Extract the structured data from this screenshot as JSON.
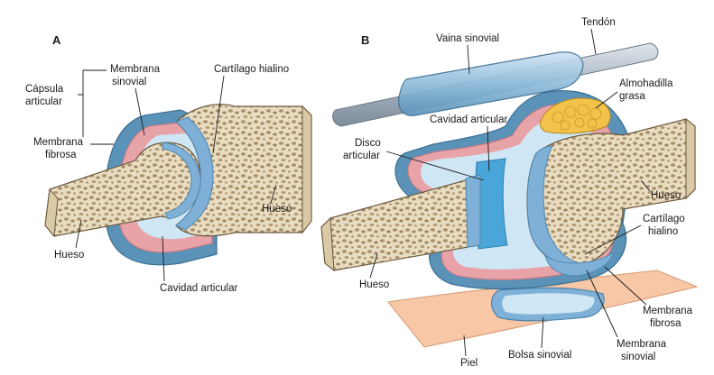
{
  "panel_a": {
    "letter": "A",
    "labels": {
      "capsula": [
        "Cápsula",
        "articular"
      ],
      "membrana_sinovial": [
        "Membrana",
        "sinovial"
      ],
      "membrana_fibrosa": [
        "Membrana",
        "fibrosa"
      ],
      "cartilago": "Cartílago hialino",
      "hueso_right": "Hueso",
      "hueso_left": "Hueso",
      "cavidad": "Cavidad articular"
    }
  },
  "panel_b": {
    "letter": "B",
    "labels": {
      "vaina": "Vaina sinovial",
      "tendon": "Tendón",
      "almohadilla": [
        "Almohadilla",
        "grasa"
      ],
      "cavidad": "Cavidad articular",
      "disco": [
        "Disco",
        "articular"
      ],
      "hueso_right": "Hueso",
      "cartilago": [
        "Cartílago",
        "hialino"
      ],
      "hueso_left": "Hueso",
      "membrana_fibrosa": [
        "Membrana",
        "fibrosa"
      ],
      "membrana_sinovial": [
        "Membrana",
        "sinovial"
      ],
      "bolsa": "Bolsa sinovial",
      "piel": "Piel"
    }
  },
  "colors": {
    "bone": "#e9dcc0",
    "bone_pore": "#a8906a",
    "cartilage": "#7fb1d8",
    "capsule": "#5b93b8",
    "synovial": "#e8a3a8",
    "fat": "#f2c24a",
    "skin": "#f7c7a6",
    "tendon": "#a9b5c2",
    "disc": "#4aa6d8"
  }
}
